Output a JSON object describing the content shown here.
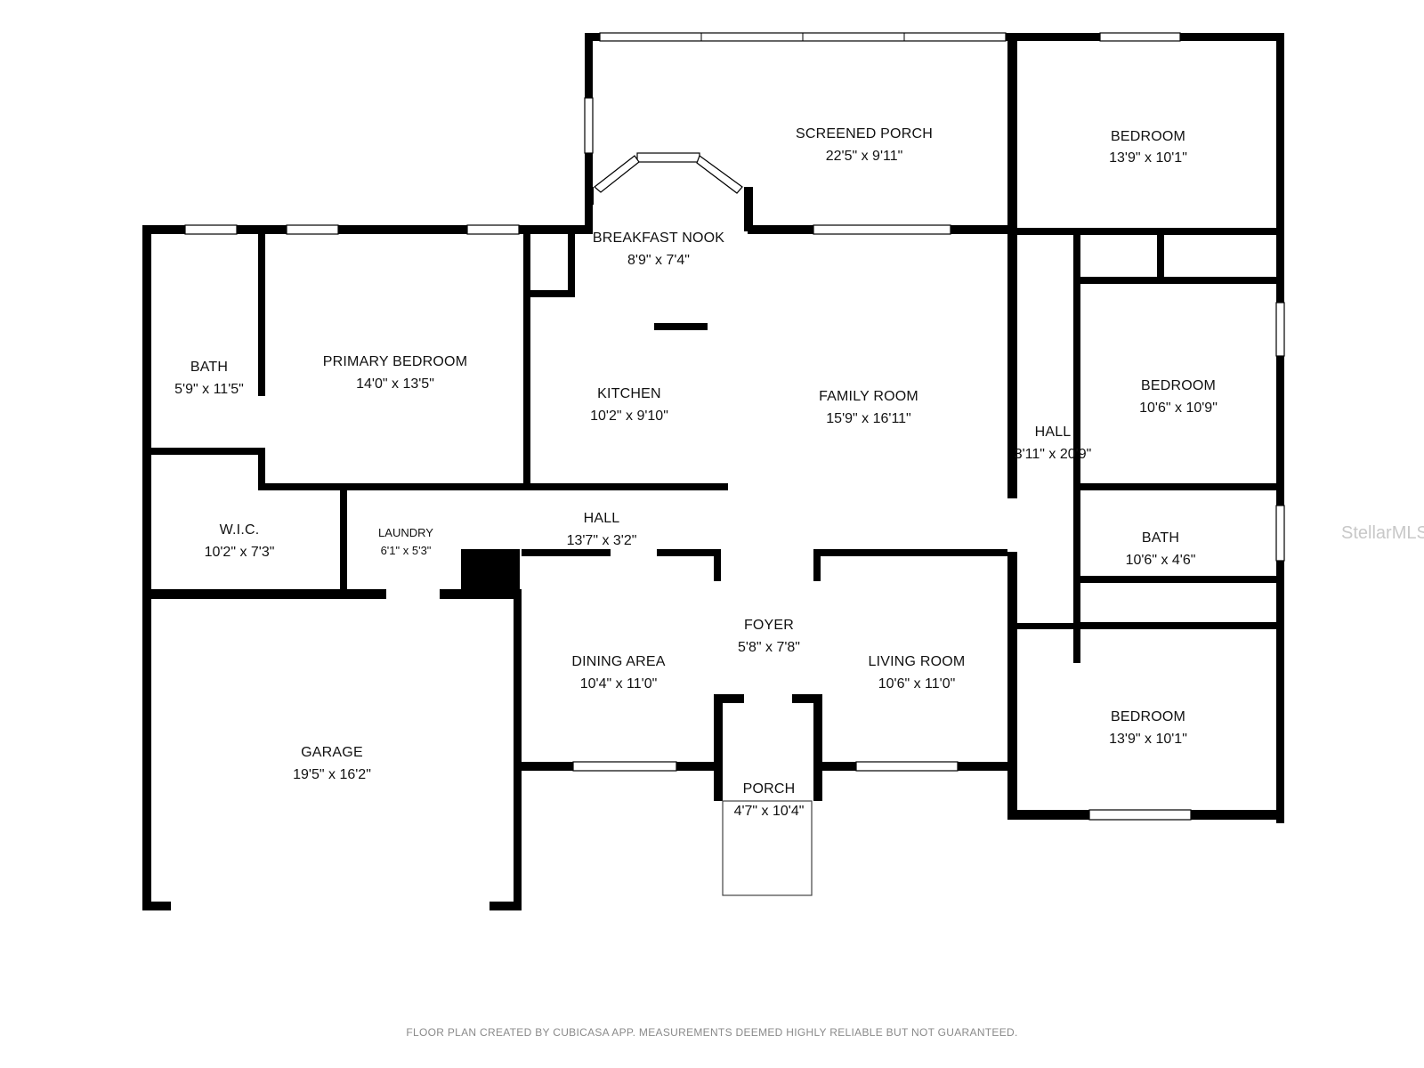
{
  "rooms": {
    "screened_porch": {
      "name": "SCREENED PORCH",
      "dim": "22'5\" x 9'11\""
    },
    "bedroom_ne": {
      "name": "BEDROOM",
      "dim": "13'9\" x 10'1\""
    },
    "breakfast_nook": {
      "name": "BREAKFAST NOOK",
      "dim": "8'9\" x 7'4\""
    },
    "bath_w": {
      "name": "BATH",
      "dim": "5'9\" x 11'5\""
    },
    "primary_bedroom": {
      "name": "PRIMARY BEDROOM",
      "dim": "14'0\" x 13'5\""
    },
    "kitchen": {
      "name": "KITCHEN",
      "dim": "10'2\" x 9'10\""
    },
    "family_room": {
      "name": "FAMILY ROOM",
      "dim": "15'9\" x 16'11\""
    },
    "bedroom_e": {
      "name": "BEDROOM",
      "dim": "10'6\" x 10'9\""
    },
    "hall_e": {
      "name": "HALL",
      "dim": "3'11\" x 20'9\""
    },
    "wic": {
      "name": "W.I.C.",
      "dim": "10'2\" x 7'3\""
    },
    "laundry": {
      "name": "LAUNDRY",
      "dim": "6'1\" x 5'3\""
    },
    "hall_c": {
      "name": "HALL",
      "dim": "13'7\" x 3'2\""
    },
    "bath_e": {
      "name": "BATH",
      "dim": "10'6\" x 4'6\""
    },
    "foyer": {
      "name": "FOYER",
      "dim": "5'8\" x 7'8\""
    },
    "dining_area": {
      "name": "DINING AREA",
      "dim": "10'4\" x 11'0\""
    },
    "living_room": {
      "name": "LIVING ROOM",
      "dim": "10'6\" x 11'0\""
    },
    "bedroom_se": {
      "name": "BEDROOM",
      "dim": "13'9\" x 10'1\""
    },
    "garage": {
      "name": "GARAGE",
      "dim": "19'5\" x 16'2\""
    },
    "porch": {
      "name": "PORCH",
      "dim": "4'7\" x 10'4\""
    }
  },
  "footer": "FLOOR PLAN CREATED BY CUBICASA APP. MEASUREMENTS DEEMED HIGHLY RELIABLE BUT NOT GUARANTEED.",
  "watermark": "StellarMLS"
}
